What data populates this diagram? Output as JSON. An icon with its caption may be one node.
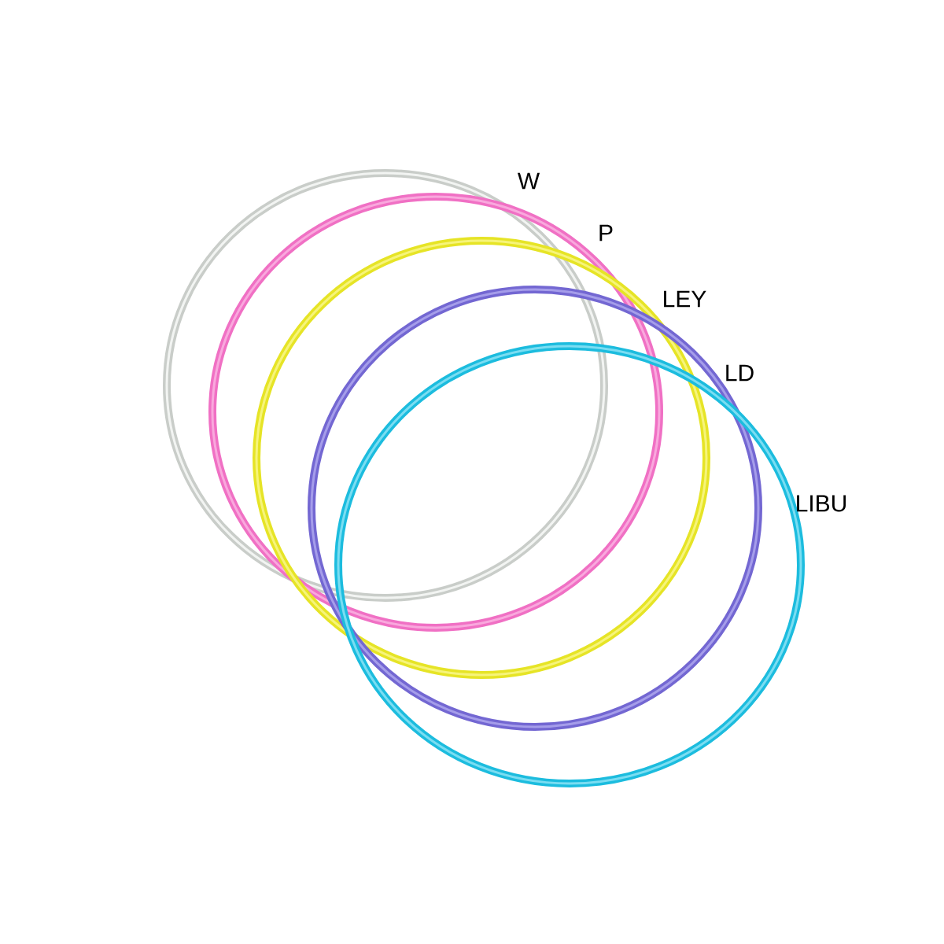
{
  "diagram": {
    "nodes": [
      {
        "text": [
          "W"
        ]
      },
      {
        "text": [
          "P"
        ]
      },
      {
        "text": [
          "LEY"
        ]
      },
      {
        "text": [
          "LD"
        ]
      },
      {
        "text": [
          "LIBU"
        ]
      }
    ]
  }
}
